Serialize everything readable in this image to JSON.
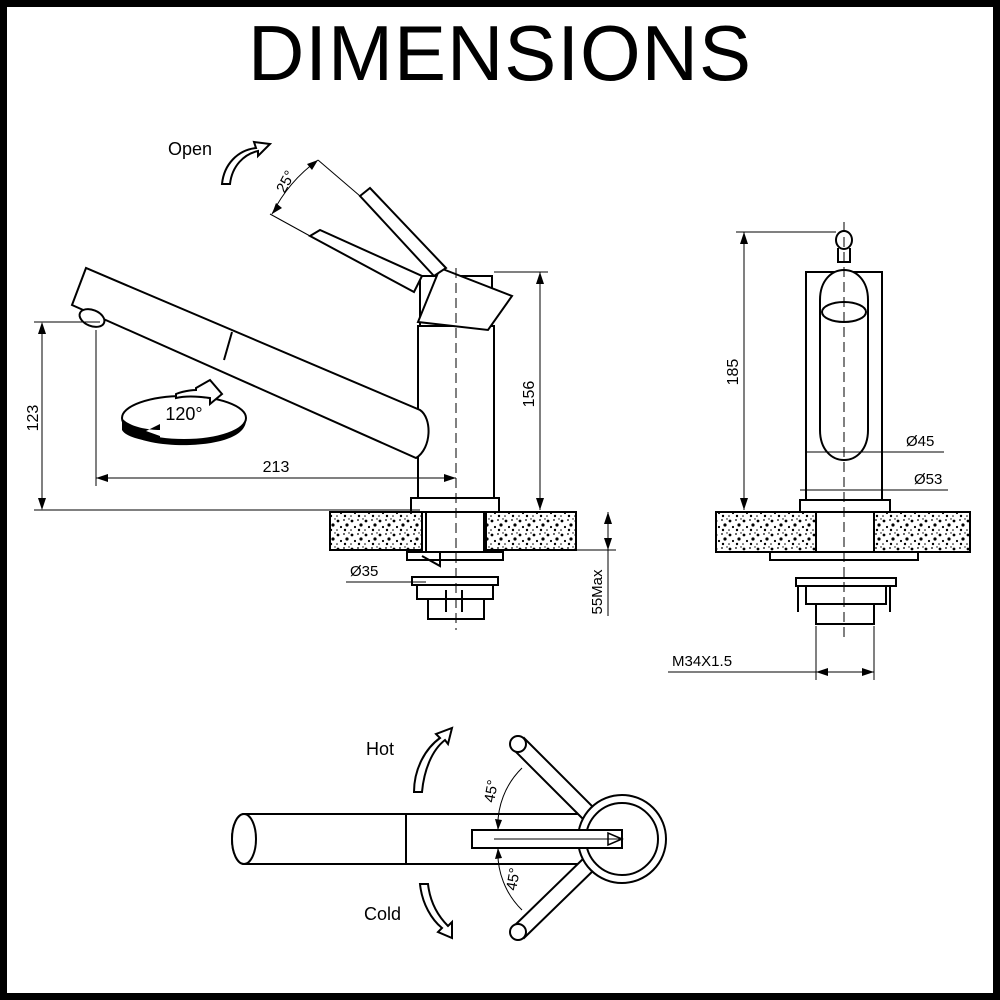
{
  "title": "DIMENSIONS",
  "side_view": {
    "open_label": "Open",
    "lever_angle": "25°",
    "swivel_angle": "120°",
    "spout_height": "123",
    "body_height": "156",
    "spout_reach": "213",
    "shank_diameter": "Ø35",
    "max_deck_thickness": "55Max"
  },
  "front_view": {
    "total_height": "185",
    "body_diameter": "Ø45",
    "base_diameter": "Ø53",
    "thread": "M34X1.5"
  },
  "top_view": {
    "hot_label": "Hot",
    "cold_label": "Cold",
    "hot_angle": "45°",
    "cold_angle": "45°"
  }
}
